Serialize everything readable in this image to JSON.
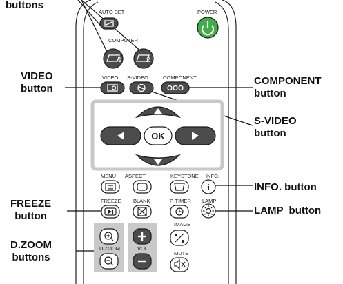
{
  "callouts": {
    "buttons_top": "buttons",
    "video": "VIDEO\nbutton",
    "freeze": "FREEZE\nbutton",
    "dzoom": "D.ZOOM\nbuttons",
    "component": "COMPONENT\nbutton",
    "svideo": "S-VIDEO\nbutton",
    "info": "INFO. button",
    "lamp": "LAMP  button"
  },
  "labels": {
    "auto_set": "AUTO SET",
    "power": "POWER",
    "computer": "COMPUTER",
    "computer1": "1",
    "computer2": "2",
    "video": "VIDEO",
    "svideo": "S-VIDEO",
    "component": "COMPONENT",
    "ok": "OK",
    "menu": "MENU",
    "aspect": "ASPECT",
    "keystone": "KEYSTONE",
    "info": "INFO.",
    "freeze": "FREEZE",
    "blank": "BLANK",
    "p_timer": "P-TIMER",
    "lamp": "LAMP",
    "image": "IMAGE",
    "d_zoom": "D.ZOOM",
    "vol": "VOL",
    "mute": "MUTE"
  },
  "colors": {
    "power_button": "#3fae49",
    "button_fill": "#4c4c4c",
    "panel_gray": "#c9c9c9",
    "outline": "#222222"
  }
}
